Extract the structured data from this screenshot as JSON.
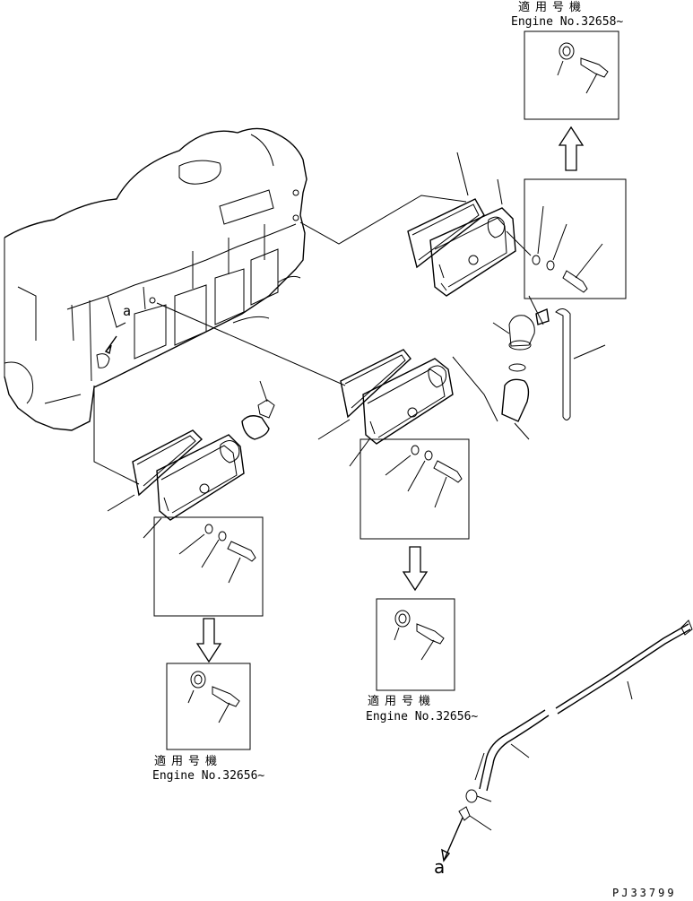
{
  "callouts": [
    {
      "id": "top-right",
      "applicable_label": "適用号機",
      "engine_label": "Engine No.32658~"
    },
    {
      "id": "center",
      "applicable_label": "適用号機",
      "engine_label": "Engine No.32656~"
    },
    {
      "id": "left",
      "applicable_label": "適用号機",
      "engine_label": "Engine No.32656~"
    }
  ],
  "ref_letter_top": "a",
  "ref_letter_bottom": "a",
  "drawing_number": "PJ33799"
}
